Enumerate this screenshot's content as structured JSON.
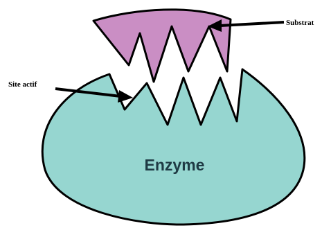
{
  "colors": {
    "enzyme_fill": "#96D6D0",
    "substrate_fill": "#CA8EC4",
    "outline": "#000000",
    "enzyme_text": "#1f3a44"
  },
  "labels": {
    "substrate": "Substrat",
    "active_site": "Site actif",
    "enzyme": "Enzyme"
  }
}
